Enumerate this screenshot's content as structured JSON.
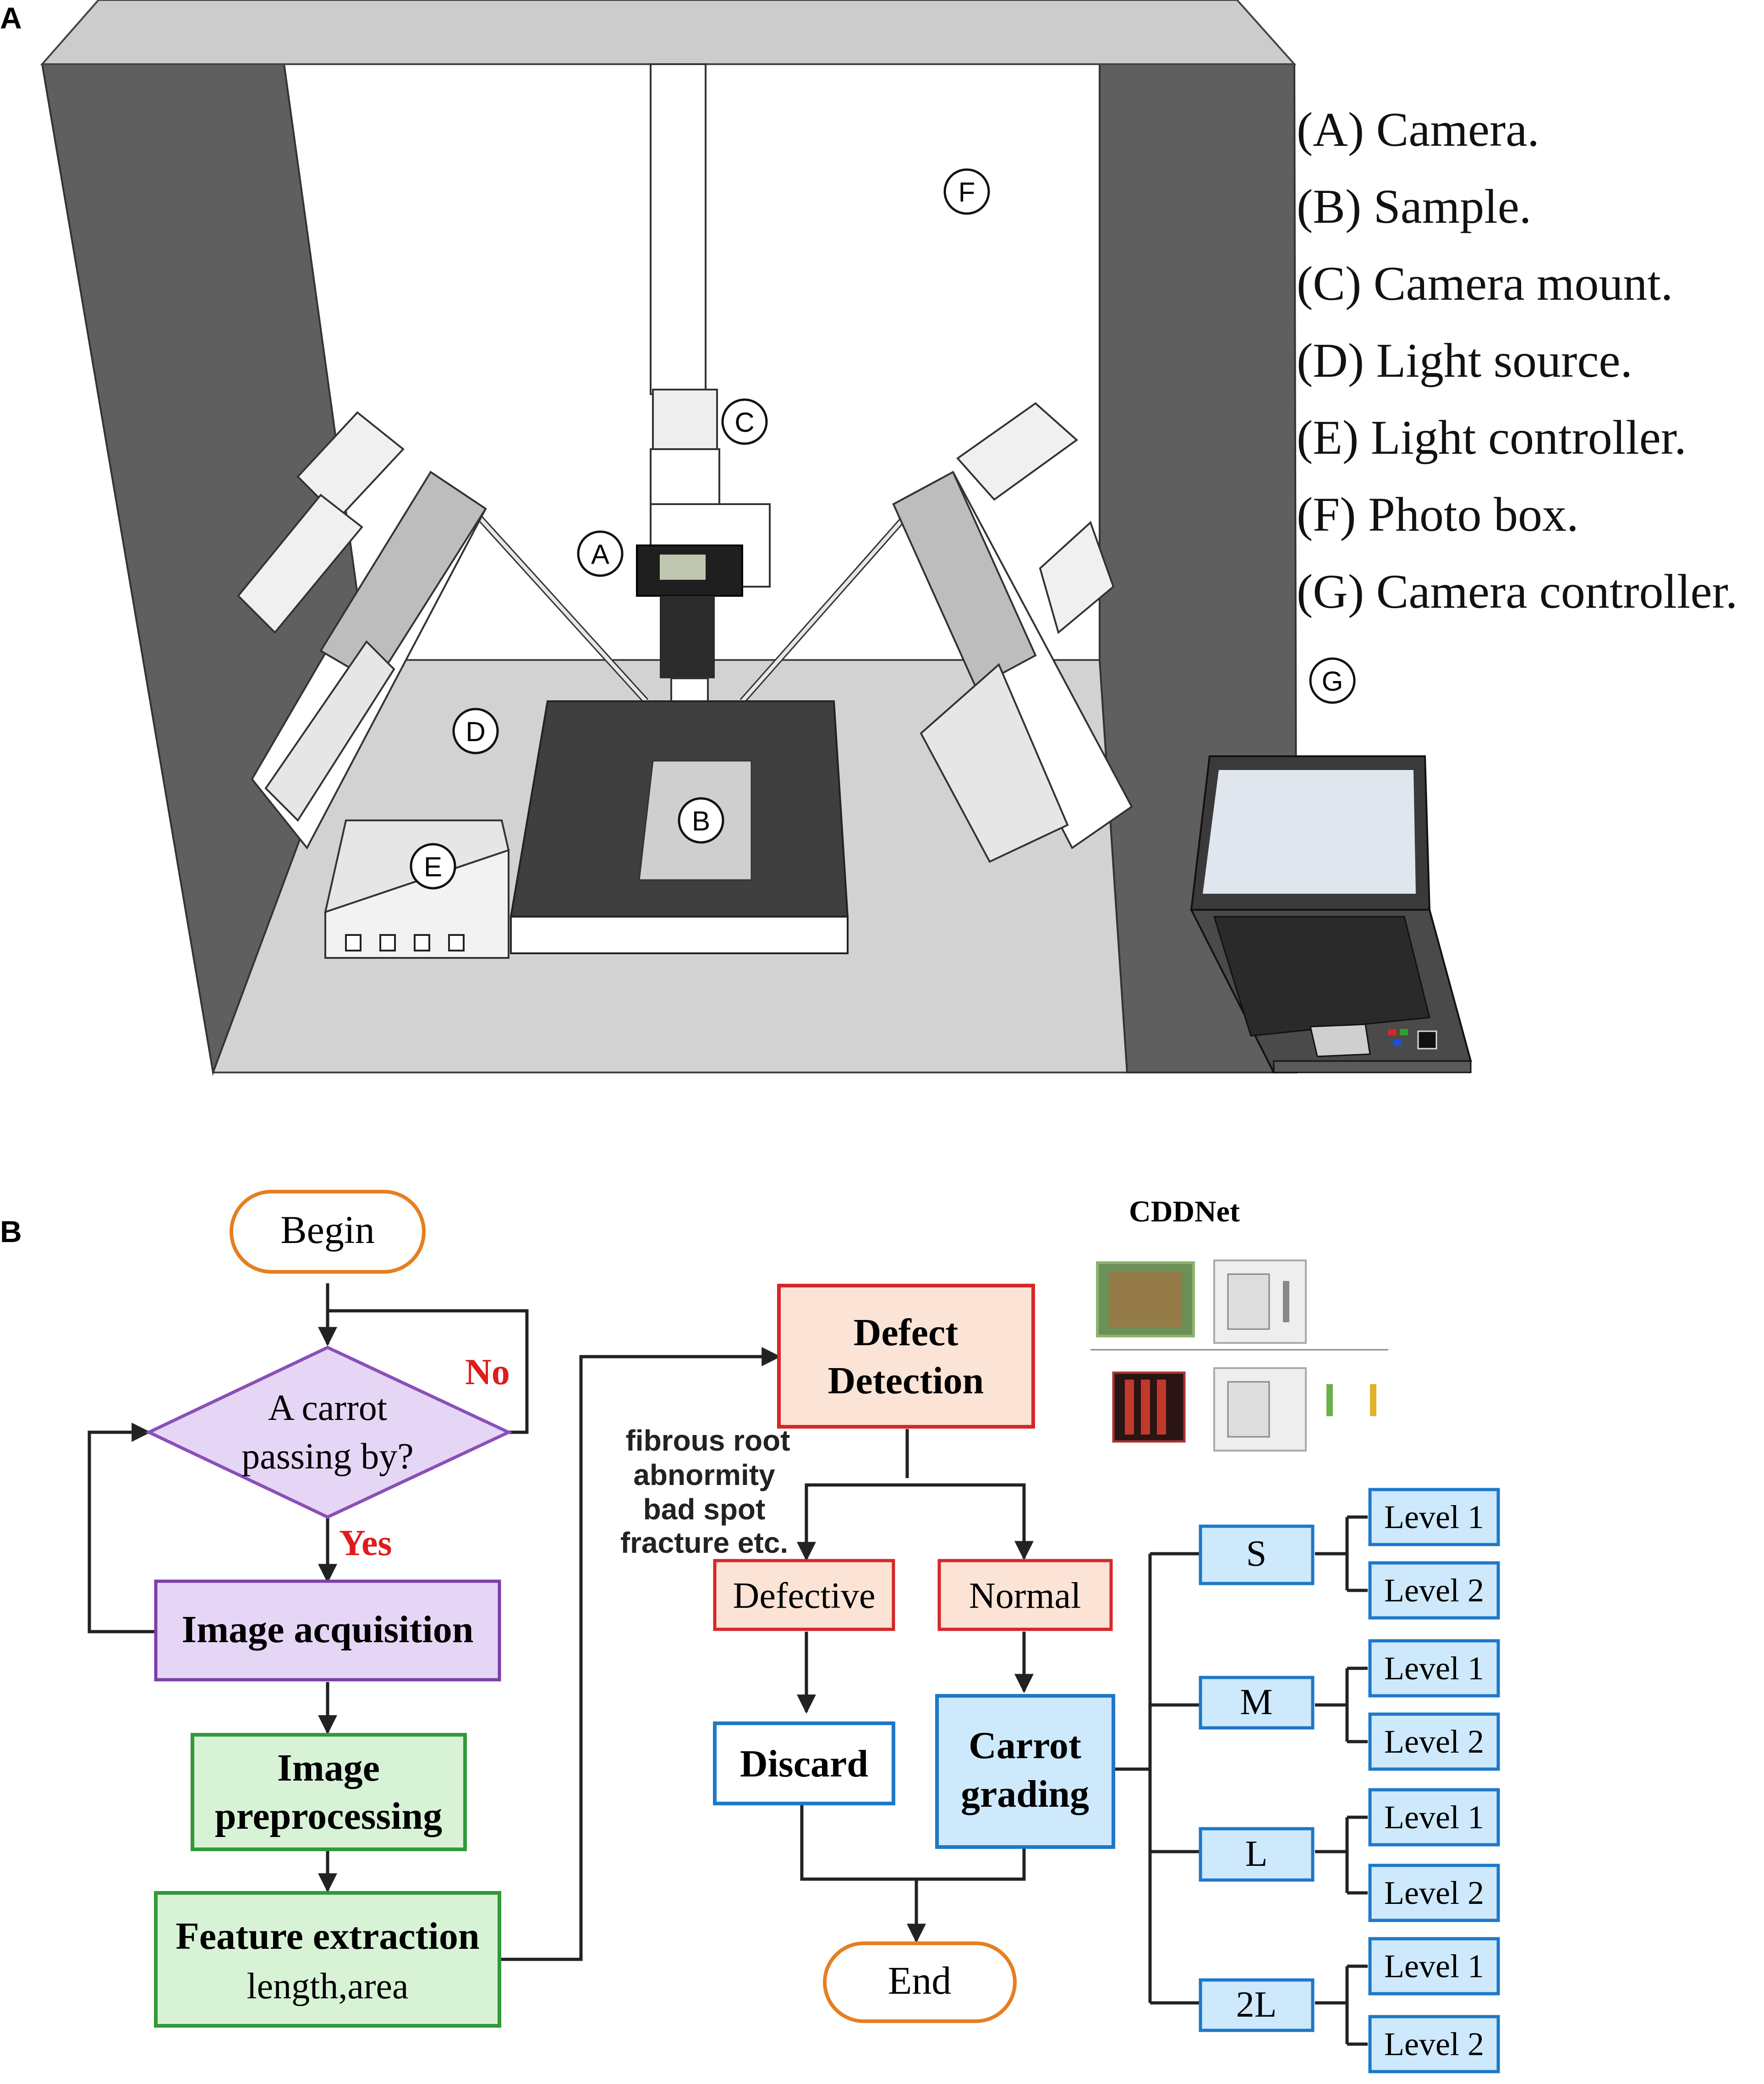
{
  "panel_a": {
    "label": "A",
    "markers": {
      "a": "A",
      "b": "B",
      "c": "C",
      "d": "D",
      "e": "E",
      "f": "F",
      "g": "G"
    },
    "legend": [
      "(A) Camera.",
      "(B) Sample.",
      "(C) Camera mount.",
      "(D) Light source.",
      "(E) Light controller.",
      "(F) Photo box.",
      "(G) Camera controller."
    ]
  },
  "panel_b": {
    "label": "B",
    "begin": "Begin",
    "decision_line1": "A carrot",
    "decision_line2": "passing by?",
    "no": "No",
    "yes": "Yes",
    "image_acquisition": "Image acquisition",
    "preprocessing_line1": "Image",
    "preprocessing_line2": "preprocessing",
    "feature_line1": "Feature extraction",
    "feature_line2": "length,area",
    "defect_line1": "Defect",
    "defect_line2": "Detection",
    "defect_notes": [
      "fibrous root",
      "abnormity",
      "bad spot",
      "fracture etc."
    ],
    "defective": "Defective",
    "normal": "Normal",
    "discard": "Discard",
    "grading_line1": "Carrot",
    "grading_line2": "grading",
    "end": "End",
    "cddnet": "CDDNet",
    "sizes": [
      "S",
      "M",
      "L",
      "2L"
    ],
    "levels": [
      "Level 1",
      "Level 2"
    ]
  },
  "colors": {
    "orange": "#e67e22",
    "red": "#d62728",
    "purple_fill": "#e6d6f5",
    "green_fill": "#d8f2d6",
    "blue_fill": "#cde9fb",
    "blue_stroke": "#1e78c8"
  }
}
